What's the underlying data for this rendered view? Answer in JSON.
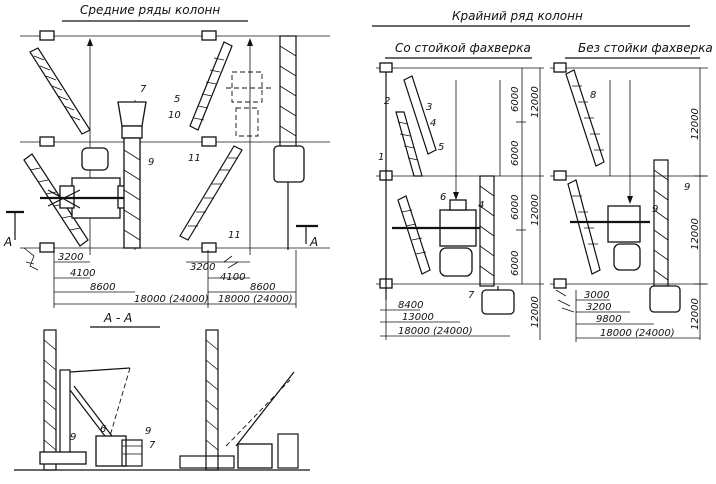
{
  "headers": {
    "middle_rows": "Средние ряды колонн",
    "outer_row": "Крайний ряд колонн",
    "with_post": "Со стойкой фахверка",
    "without_post": "Без стойки фахверка",
    "section": "А - А"
  },
  "section_marks": {
    "left": "А",
    "right": "А"
  },
  "callouts": {
    "n1": "1",
    "n2": "2",
    "n3": "3",
    "n4a": "4",
    "n4b": "4",
    "n5a": "5",
    "n5b": "5",
    "n6": "6",
    "n6s": "6",
    "n7a": "7",
    "n7b": "7",
    "n7s": "7",
    "n8": "8",
    "n9a": "9",
    "n9b": "9",
    "n9c": "9",
    "n9s1": "9",
    "n9s2": "9",
    "n10": "10",
    "n11a": "11",
    "n11b": "11"
  },
  "dims_middle": {
    "d3200a": "3200",
    "d4100a": "4100",
    "d8600a": "8600",
    "dspan_a": "18000 (24000)",
    "d3200b": "3200",
    "d4100b": "4100",
    "d8600b": "8600",
    "dspan_b": "18000 (24000)"
  },
  "dims_outer_left": {
    "d8400": "8400",
    "d13000": "13000",
    "dspan": "18000 (24000)",
    "v6000a": "6000",
    "v6000b": "6000",
    "v6000c": "6000",
    "v6000d": "6000",
    "v12000a": "12000",
    "v12000b": "12000",
    "v12000c": "12000"
  },
  "dims_outer_right": {
    "d3000": "3000",
    "d3200": "3200",
    "d9800": "9800",
    "dspan": "18000 (24000)",
    "v12000a": "12000",
    "v12000b": "12000",
    "v12000c": "12000"
  }
}
